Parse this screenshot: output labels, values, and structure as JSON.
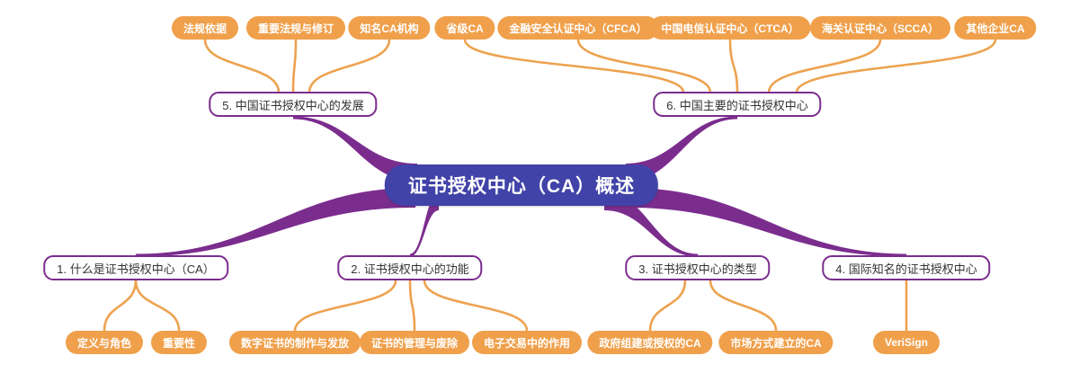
{
  "diagram": {
    "type": "mindmap",
    "title": "证书授权中心（CA）概述",
    "colors": {
      "root_fill": "#4143a8",
      "root_text": "#ffffff",
      "branch_fill": "#ffffff",
      "branch_border": "#7b2d8e",
      "branch_text": "#333333",
      "leaf_fill": "#f0a04b",
      "leaf_text": "#ffffff",
      "main_edge": "#7b2d8e",
      "leaf_edge": "#eda24f",
      "background": "#ffffff"
    },
    "root": {
      "label": "证书授权中心（CA）概述"
    },
    "branches": [
      {
        "id": "b5",
        "label": "5. 中国证书授权中心的发展",
        "leaves": [
          {
            "label": "法规依据"
          },
          {
            "label": "重要法规与修订"
          },
          {
            "label": "知名CA机构"
          }
        ]
      },
      {
        "id": "b6",
        "label": "6. 中国主要的证书授权中心",
        "leaves": [
          {
            "label": "省级CA"
          },
          {
            "label": "金融安全认证中心（CFCA）"
          },
          {
            "label": "中国电信认证中心（CTCA）"
          },
          {
            "label": "海关认证中心（SCCA）"
          },
          {
            "label": "其他企业CA"
          }
        ]
      },
      {
        "id": "b1",
        "label": "1. 什么是证书授权中心（CA）",
        "leaves": [
          {
            "label": "定义与角色"
          },
          {
            "label": "重要性"
          }
        ]
      },
      {
        "id": "b2",
        "label": "2. 证书授权中心的功能",
        "leaves": [
          {
            "label": "数字证书的制作与发放"
          },
          {
            "label": "证书的管理与废除"
          },
          {
            "label": "电子交易中的作用"
          }
        ]
      },
      {
        "id": "b3",
        "label": "3. 证书授权中心的类型",
        "leaves": [
          {
            "label": "政府组建或授权的CA"
          },
          {
            "label": "市场方式建立的CA"
          }
        ]
      },
      {
        "id": "b4",
        "label": "4. 国际知名的证书授权中心",
        "leaves": [
          {
            "label": "VeriSign"
          }
        ]
      }
    ]
  }
}
